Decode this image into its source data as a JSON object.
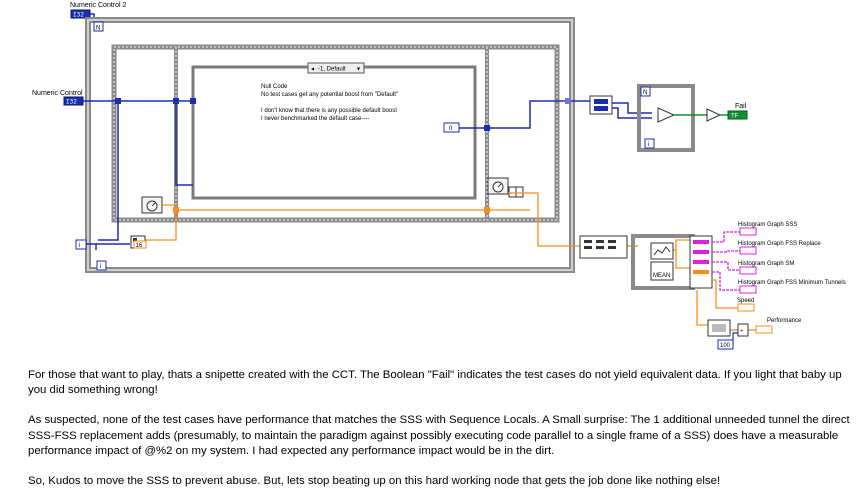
{
  "diagram": {
    "numeric_control_2_label": "Numeric Control 2",
    "numeric_control_2_value": "I32",
    "numeric_control_label": "Numeric Control",
    "numeric_control_value": "I32",
    "loop_count_terminal": "N",
    "iteration_terminal": "i",
    "case_selector": "-1, Default",
    "case_comment": {
      "line1": "Null Code",
      "line2": "No test cases get any potential boost from \"Default\"",
      "line3": "I don't know that there is any possible default boost",
      "line4": "I never benchmarked the default case----"
    },
    "inner_constant": "0",
    "small_constant": "16",
    "fail_label": "Fail",
    "fail_value": "TF",
    "mean_label": "MEAN",
    "hist_sss": "Histogram Graph SSS",
    "hist_fss_replace": "Histogram Graph FSS Replace",
    "hist_sm": "Histogram Graph SM",
    "hist_fss_min_tunnels": "Histogram Graph FSS Minimum Tunnels",
    "speed_label": "Speed",
    "performance_label": "Performance",
    "const_100": "100",
    "colors": {
      "wire_blue": "#1a2fb0",
      "wire_orange": "#ff8c1a",
      "wire_pink": "#e020e0",
      "wire_green": "#109030",
      "frame_gray": "#8a8a8a"
    }
  },
  "comment": {
    "p1": "For those that want to play, thats a snipette created with the CCT.  The Boolean \"Fail\" indicates the test cases do not yield equivalent data.  If you light that baby up you did something wrong!",
    "p2": "As suspected, none of the test cases have performance that matches the SSS with Sequence Locals.  A Small surprise: The 1 additional unneeded tunnel the direct SSS-FSS replacement adds (presumably, to maintain the paradigm against possibly executing code parallel to a single frame of a SSS) does have a measurable performance impact of @%2 on my system.  I had expected any performance impact would be in the dirt.",
    "p3": "So,  Kudos to move the SSS to prevent abuse.  But, lets stop beating up on this hard working node that gets the job done like nothing else!"
  }
}
